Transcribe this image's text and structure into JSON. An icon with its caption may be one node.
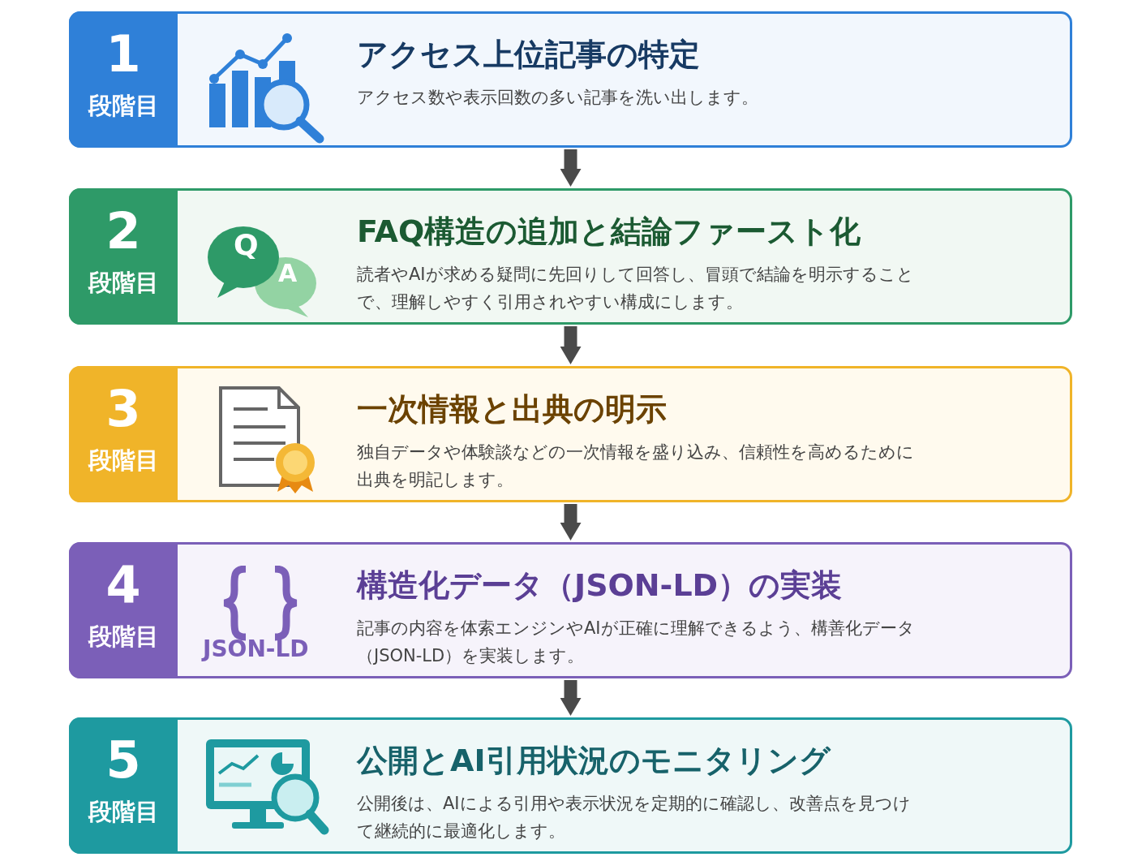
{
  "diagram": {
    "nodes": [
      {
        "text": [
          "アクセス上位記事の特定",
          "アクセス数や表示回数の多い記事を洗い出します。"
        ]
      },
      {
        "text": [
          "1",
          "段階目"
        ],
        "in": 0
      },
      {
        "text": [
          "FAQ構造の追加と結論ファースト化",
          "読者やAIが求める疑問に先回りして回答し、冒頭で結論を明示することで、理解しやすく引用されやすい構成にします。"
        ]
      },
      {
        "text": [
          "2",
          "段階目"
        ],
        "in": 2
      },
      {
        "text": [
          "一次情報と出典の明示",
          "独自データや体験談などの一次情報を盛り込み、信頼性を高めるために出典を明記します。"
        ]
      },
      {
        "text": [
          "3",
          "段階目"
        ],
        "in": 4
      },
      {
        "text": [
          "構造化データ（JSON-LD）の実装",
          "記事の内容を体索エンジンやAIが正確に理解できるよう、構善化データ（JSON-LD）を実装します。"
        ]
      },
      {
        "text": [
          "4",
          "段階目"
        ],
        "in": 6
      },
      {
        "text": [
          "公開とAI引用状況のモニタリング",
          "公開後は、AIによる引用や表示状況を定期的に確認し、改善点を見つけて継続的に最適化します。"
        ]
      },
      {
        "text": [
          "5",
          "段階目"
        ],
        "in": 8
      }
    ],
    "edges": [
      {
        "from": 0,
        "to": 2,
        "arrow": "to"
      },
      {
        "from": 2,
        "to": 4,
        "arrow": "to"
      },
      {
        "from": 4,
        "to": 6,
        "arrow": "to"
      },
      {
        "from": 6,
        "to": 8,
        "arrow": "to"
      }
    ],
    "labels": [
      "Q",
      "A",
      "JSON-LD"
    ]
  }
}
